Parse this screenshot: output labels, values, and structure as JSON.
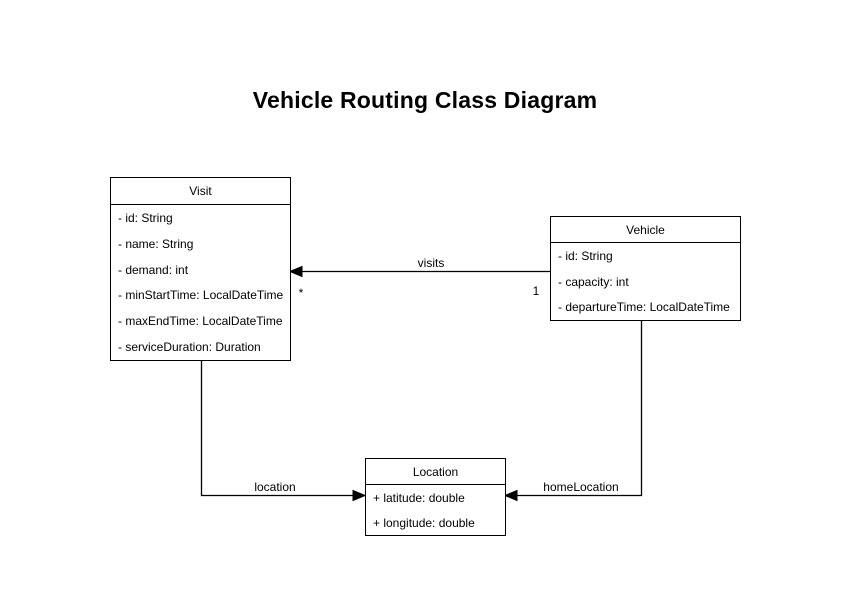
{
  "title": "Vehicle Routing Class Diagram",
  "colors": {
    "background": "#ffffff",
    "line": "#000000",
    "box_border": "#000000",
    "box_fill": "#ffffff",
    "text": "#000000"
  },
  "classes": {
    "visit": {
      "name": "Visit",
      "attributes": [
        "- id: String",
        "- name: String",
        "- demand: int",
        "- minStartTime: LocalDateTime",
        "- maxEndTime: LocalDateTime",
        "- serviceDuration: Duration"
      ]
    },
    "vehicle": {
      "name": "Vehicle",
      "attributes": [
        "- id: String",
        "- capacity: int",
        "- departureTime: LocalDateTime"
      ]
    },
    "location": {
      "name": "Location",
      "attributes": [
        "+ latitude: double",
        "+ longitude: double"
      ]
    }
  },
  "relationships": {
    "visits": {
      "label": "visits",
      "from": "Vehicle",
      "to": "Visit",
      "multiplicity_at_visit": "*",
      "multiplicity_at_vehicle": "1"
    },
    "location": {
      "label": "location",
      "from": "Visit",
      "to": "Location"
    },
    "homeLocation": {
      "label": "homeLocation",
      "from": "Vehicle",
      "to": "Location"
    }
  }
}
